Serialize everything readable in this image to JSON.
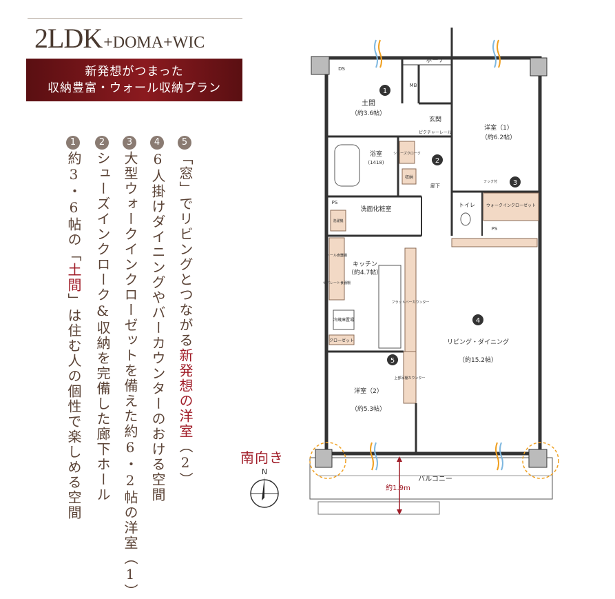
{
  "title": {
    "main": "2LDK",
    "suffix": "+DOMA+WIC"
  },
  "banner": {
    "line1": "新発想がつまった",
    "line2": "収納豊富・ウォール収納プラン"
  },
  "features": [
    {
      "num": "5",
      "pre": "「窓」でリビングとつながる",
      "hl": "新発想の洋室",
      "post": "（2）"
    },
    {
      "num": "4",
      "pre": "6人掛けダイニングやバーカウンターのおける空間",
      "hl": "",
      "post": ""
    },
    {
      "num": "3",
      "pre": "大型ウォークインクローゼットを備えた約6・2帖の洋室（1）",
      "hl": "",
      "post": ""
    },
    {
      "num": "2",
      "pre": "シューズインクローク&収納を完備した廊下ホール",
      "hl": "",
      "post": ""
    },
    {
      "num": "1",
      "pre": "約3・6帖の「",
      "hl": "土間",
      "post": "」は住む人の個性で楽しめる空間"
    }
  ],
  "plan": {
    "porch": "ポーチ",
    "doma": "土間",
    "doma_size": "（約3.6帖）",
    "entrance": "玄関",
    "picture_rail": "ピクチャーレール",
    "bath": "浴室",
    "bath_size": "(1418)",
    "shoes_cloak": "シューズクローク",
    "storage": "収納",
    "hallway": "廊下",
    "washroom": "洗面化粧室",
    "washer": "洗濯機",
    "toilet": "トイレ",
    "western1": "洋室（1）",
    "western1_size": "（約6.2帖）",
    "walkin": "ウォークインクローゼット",
    "hook": "フック付",
    "kitchen": "キッチン",
    "kitchen_size": "（約4.7帖）",
    "fridge": "冷蔵庫置場",
    "tall_shelf": "トール食器棚",
    "separate_shelf": "セパレート食器棚",
    "closet": "クローゼット",
    "counter_top": "フラットバーカウンター",
    "counter_bottom": "上部吊棚カウンター",
    "living": "リビング・ダイニング",
    "living_size": "（約15.2帖）",
    "western2": "洋室（2）",
    "western2_size": "（約5.3帖）",
    "balcony": "バルコニー",
    "depth": "約1.9m",
    "ps": "PS",
    "ds": "DS",
    "mb": "MB",
    "n1": "1",
    "n2": "2",
    "n3": "3",
    "n4": "4",
    "n5": "5"
  },
  "south_label": "南向き",
  "compass_n": "N",
  "colors": {
    "accent": "#a01d28",
    "banner": "#7a1519",
    "storage": "#f2d9c5",
    "highlight_ring": "#f0a020"
  }
}
